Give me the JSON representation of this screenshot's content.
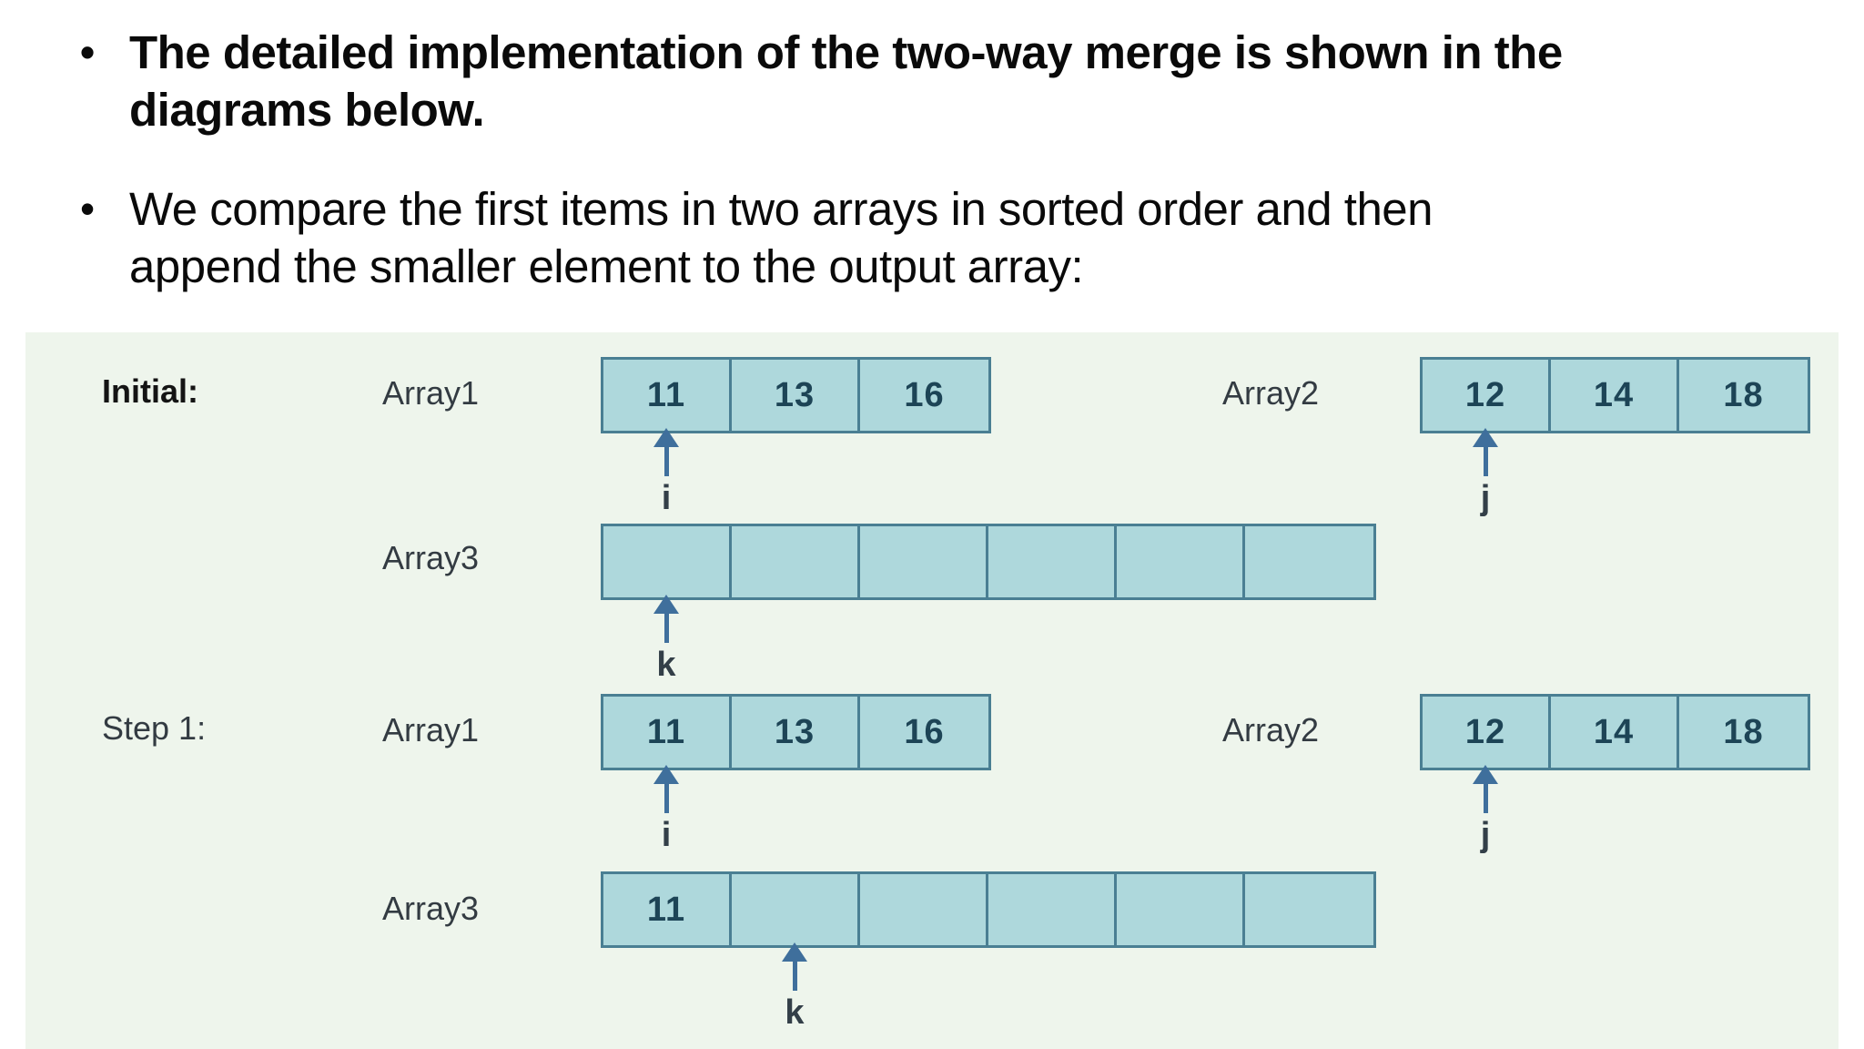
{
  "slide": {
    "background": "#ffffff",
    "bullets": [
      {
        "bold": true,
        "lines": [
          "The detailed implementation of the two-way merge is shown in the",
          "diagrams below."
        ]
      },
      {
        "bold": false,
        "lines": [
          "We compare the first items in two arrays in sorted order and then",
          "append the smaller element to the output array:"
        ]
      }
    ]
  },
  "diagram": {
    "colors": {
      "panel_bg": "#eef5ec",
      "cell_fill": "#aed8dc",
      "cell_border": "#4a7f93",
      "cell_text": "#1d4456",
      "arrow": "#3f6f9c",
      "pointer_label": "#333f48",
      "section_label": "#141414",
      "array_label": "#333b42"
    },
    "sections": [
      {
        "label": "Initial:",
        "array1": {
          "label": "Array1",
          "values": [
            "11",
            "13",
            "16"
          ],
          "pointer": {
            "label": "i",
            "cell_index": 0
          }
        },
        "array2": {
          "label": "Array2",
          "values": [
            "12",
            "14",
            "18"
          ],
          "pointer": {
            "label": "j",
            "cell_index": 0
          }
        },
        "array3": {
          "label": "Array3",
          "values": [
            "",
            "",
            "",
            "",
            "",
            ""
          ],
          "pointer": {
            "label": "k",
            "cell_index": 0
          }
        }
      },
      {
        "label": "Step 1:",
        "array1": {
          "label": "Array1",
          "values": [
            "11",
            "13",
            "16"
          ],
          "pointer": {
            "label": "i",
            "cell_index": 0
          }
        },
        "array2": {
          "label": "Array2",
          "values": [
            "12",
            "14",
            "18"
          ],
          "pointer": {
            "label": "j",
            "cell_index": 0
          }
        },
        "array3": {
          "label": "Array3",
          "values": [
            "11",
            "",
            "",
            "",
            "",
            ""
          ],
          "pointer": {
            "label": "k",
            "cell_index": 1
          }
        }
      }
    ]
  }
}
